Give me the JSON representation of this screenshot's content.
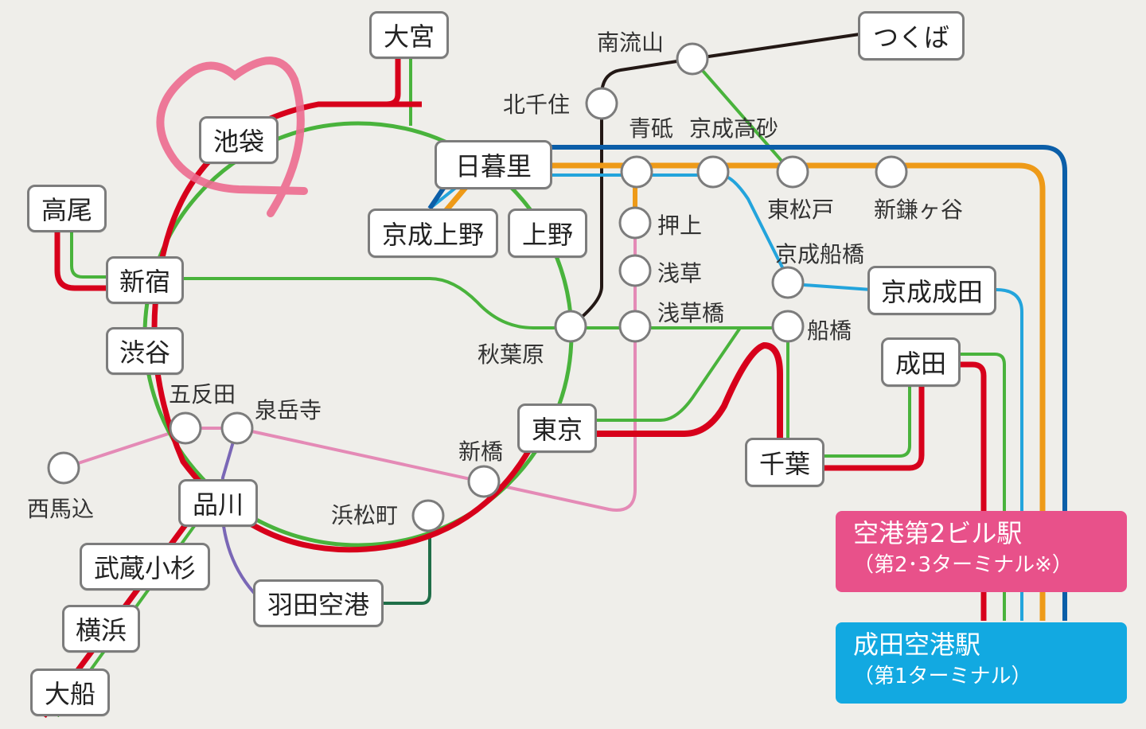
{
  "colors": {
    "background": "#efeeea",
    "jr_yamanote": "#49b33c",
    "jr_red": "#d7001b",
    "blue_line": "#0b5ea8",
    "orange_line": "#ee9a18",
    "light_blue_line": "#23a4dc",
    "pink_line": "#e48ab6",
    "purple_line": "#7a67b6",
    "dark_green_line": "#1f6e48",
    "black_line": "#231815",
    "heart": "#ec6a8f",
    "terminal_2": "#e8518a",
    "terminal_1": "#12a9e1"
  },
  "stations": {
    "omiya": "大宮",
    "ikebukuro": "池袋",
    "takao": "高尾",
    "shinjuku": "新宿",
    "shibuya": "渋谷",
    "gotanda": "五反田",
    "sengakuji": "泉岳寺",
    "nishimagome": "西馬込",
    "shinagawa": "品川",
    "musashikosugi": "武蔵小杉",
    "yokohama": "横浜",
    "ofuna": "大船",
    "haneda": "羽田空港",
    "hamamatsucho": "浜松町",
    "shimbashi": "新橋",
    "tokyo": "東京",
    "akihabara": "秋葉原",
    "ueno": "上野",
    "keisei_ueno": "京成上野",
    "nippori": "日暮里",
    "kitasenju": "北千住",
    "minaminagareyama": "南流山",
    "tsukuba": "つくば",
    "aoto": "青砥",
    "keisei_takasago": "京成高砂",
    "higashimatsudo": "東松戸",
    "shinkamagaya": "新鎌ヶ谷",
    "oshiage": "押上",
    "asakusa": "浅草",
    "asakusabashi": "浅草橋",
    "keisei_funabashi": "京成船橋",
    "funabashi": "船橋",
    "keisei_narita": "京成成田",
    "narita": "成田",
    "chiba": "千葉"
  },
  "terminals": {
    "t2_name": "空港第2ビル駅",
    "t2_sub": "（第2･3ターミナル※）",
    "t1_name": "成田空港駅",
    "t1_sub": "（第1ターミナル）"
  }
}
